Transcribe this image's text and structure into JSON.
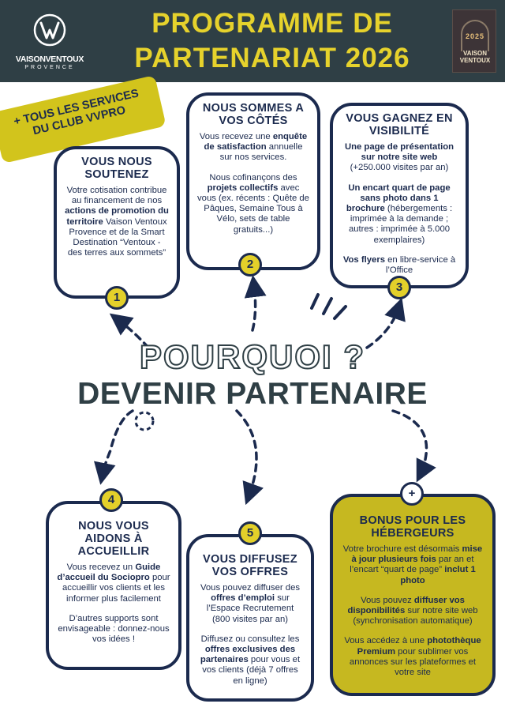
{
  "header": {
    "logo_name": "VAISONVENTOUX",
    "logo_sub": "PROVENCE",
    "title_line1": "PROGRAMME DE",
    "title_line2": "PARTENARIAT 2026",
    "thumbnail": {
      "year": "2025",
      "brand": "VAISON VENTOUX"
    }
  },
  "badge": {
    "line1": "+ TOUS LES SERVICES",
    "line2": "DU CLUB VVPRO"
  },
  "center": {
    "line1": "POURQUOI ?",
    "line2": "DEVENIR PARTENAIRE"
  },
  "cards": {
    "c1": {
      "number": "1",
      "title": "VOUS NOUS SOUTENEZ",
      "p1_a": "Votre cotisation contribue au financement de nos ",
      "p1_b": "actions de promotion du territoire",
      "p1_c": " Vaison Ventoux Provence et de la Smart Destination “Ventoux - des terres aux sommets”"
    },
    "c2": {
      "number": "2",
      "title": "NOUS SOMMES A VOS CÔTÉS",
      "p1_a": "Vous recevez une ",
      "p1_b": "enquête de satisfaction",
      "p1_c": " annuelle sur nos services.",
      "p2_a": "Nous cofinançons des ",
      "p2_b": "projets collectifs",
      "p2_c": " avec vous (ex. récents : Quête de Pâques, Semaine Tous à Vélo, sets de table gratuits...)"
    },
    "c3": {
      "number": "3",
      "title": "VOUS GAGNEZ EN VISIBILITÉ",
      "p1_b": "Une page de présentation sur notre site web",
      "p1_c": " (+250.000 visites par an)",
      "p2_b": "Un encart quart de page sans photo dans 1 brochure",
      "p2_c": " (hébergements : imprimée à la demande ; autres : imprimée à 5.000 exemplaires)",
      "p3_b": "Vos flyers",
      "p3_c": " en libre-service à l’Office"
    },
    "c4": {
      "number": "4",
      "title": "NOUS VOUS AIDONS À ACCUEILLIR",
      "p1_a": "Vous recevez un ",
      "p1_b": "Guide d’accueil du Sociopro",
      "p1_c": " pour accueillir vos clients et les informer plus facilement",
      "p2": "D’autres supports sont envisageable : donnez-nous vos idées !"
    },
    "c5": {
      "number": "5",
      "title": "VOUS DIFFUSEZ VOS OFFRES",
      "p1_a": "Vous pouvez diffuser des ",
      "p1_b": "offres d’emploi",
      "p1_c": " sur l’Espace Recrutement (800 visites par an)",
      "p2_a": "Diffusez ou consultez les ",
      "p2_b": "offres exclusives des partenaires",
      "p2_c": " pour vous et vos clients (déjà 7 offres en ligne)"
    },
    "c6": {
      "number": "+",
      "title": "BONUS POUR LES HÉBERGEURS",
      "p1_a": "Votre brochure est désormais ",
      "p1_b": "mise à jour plusieurs fois",
      "p1_c": " par an et l’encart “quart de page” ",
      "p1_d": "inclut 1 photo",
      "p2_a": "Vous pouvez ",
      "p2_b": "diffuser vos disponibilités",
      "p2_c": " sur notre site web (synchronisation automatique)",
      "p3_a": "Vous accédez à une ",
      "p3_b": "photothèque Premium",
      "p3_c": " pour sublimer vos annonces sur les plateformes et votre site"
    }
  },
  "colors": {
    "navy": "#1b2a4e",
    "header_bg": "#2f3f45",
    "accent_yellow": "#e3d02a",
    "olive_yellow": "#c6b820"
  }
}
